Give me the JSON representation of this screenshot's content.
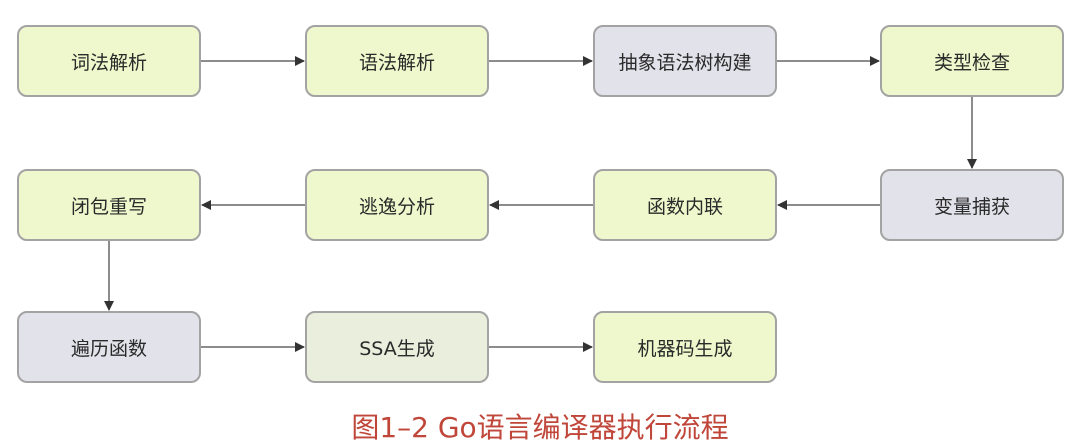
{
  "title": "Go语言编译器执行流程",
  "caption": "图1–2 Go语言编译器执行流程",
  "steps": [
    {
      "label": "词法解析",
      "style": "green"
    },
    {
      "label": "语法解析",
      "style": "green"
    },
    {
      "label": "抽象语法树构建",
      "style": "gray"
    },
    {
      "label": "类型检查",
      "style": "green"
    },
    {
      "label": "变量捕获",
      "style": "gray"
    },
    {
      "label": "函数内联",
      "style": "green"
    },
    {
      "label": "逃逸分析",
      "style": "green"
    },
    {
      "label": "闭包重写",
      "style": "green"
    },
    {
      "label": "遍历函数",
      "style": "gray"
    },
    {
      "label": "SSA生成",
      "style": "ssa"
    },
    {
      "label": "机器码生成",
      "style": "green"
    }
  ],
  "colors": {
    "green": "#eef8cc",
    "gray": "#e2e2ea",
    "caption": "#c0463a",
    "edge": "#555555"
  }
}
